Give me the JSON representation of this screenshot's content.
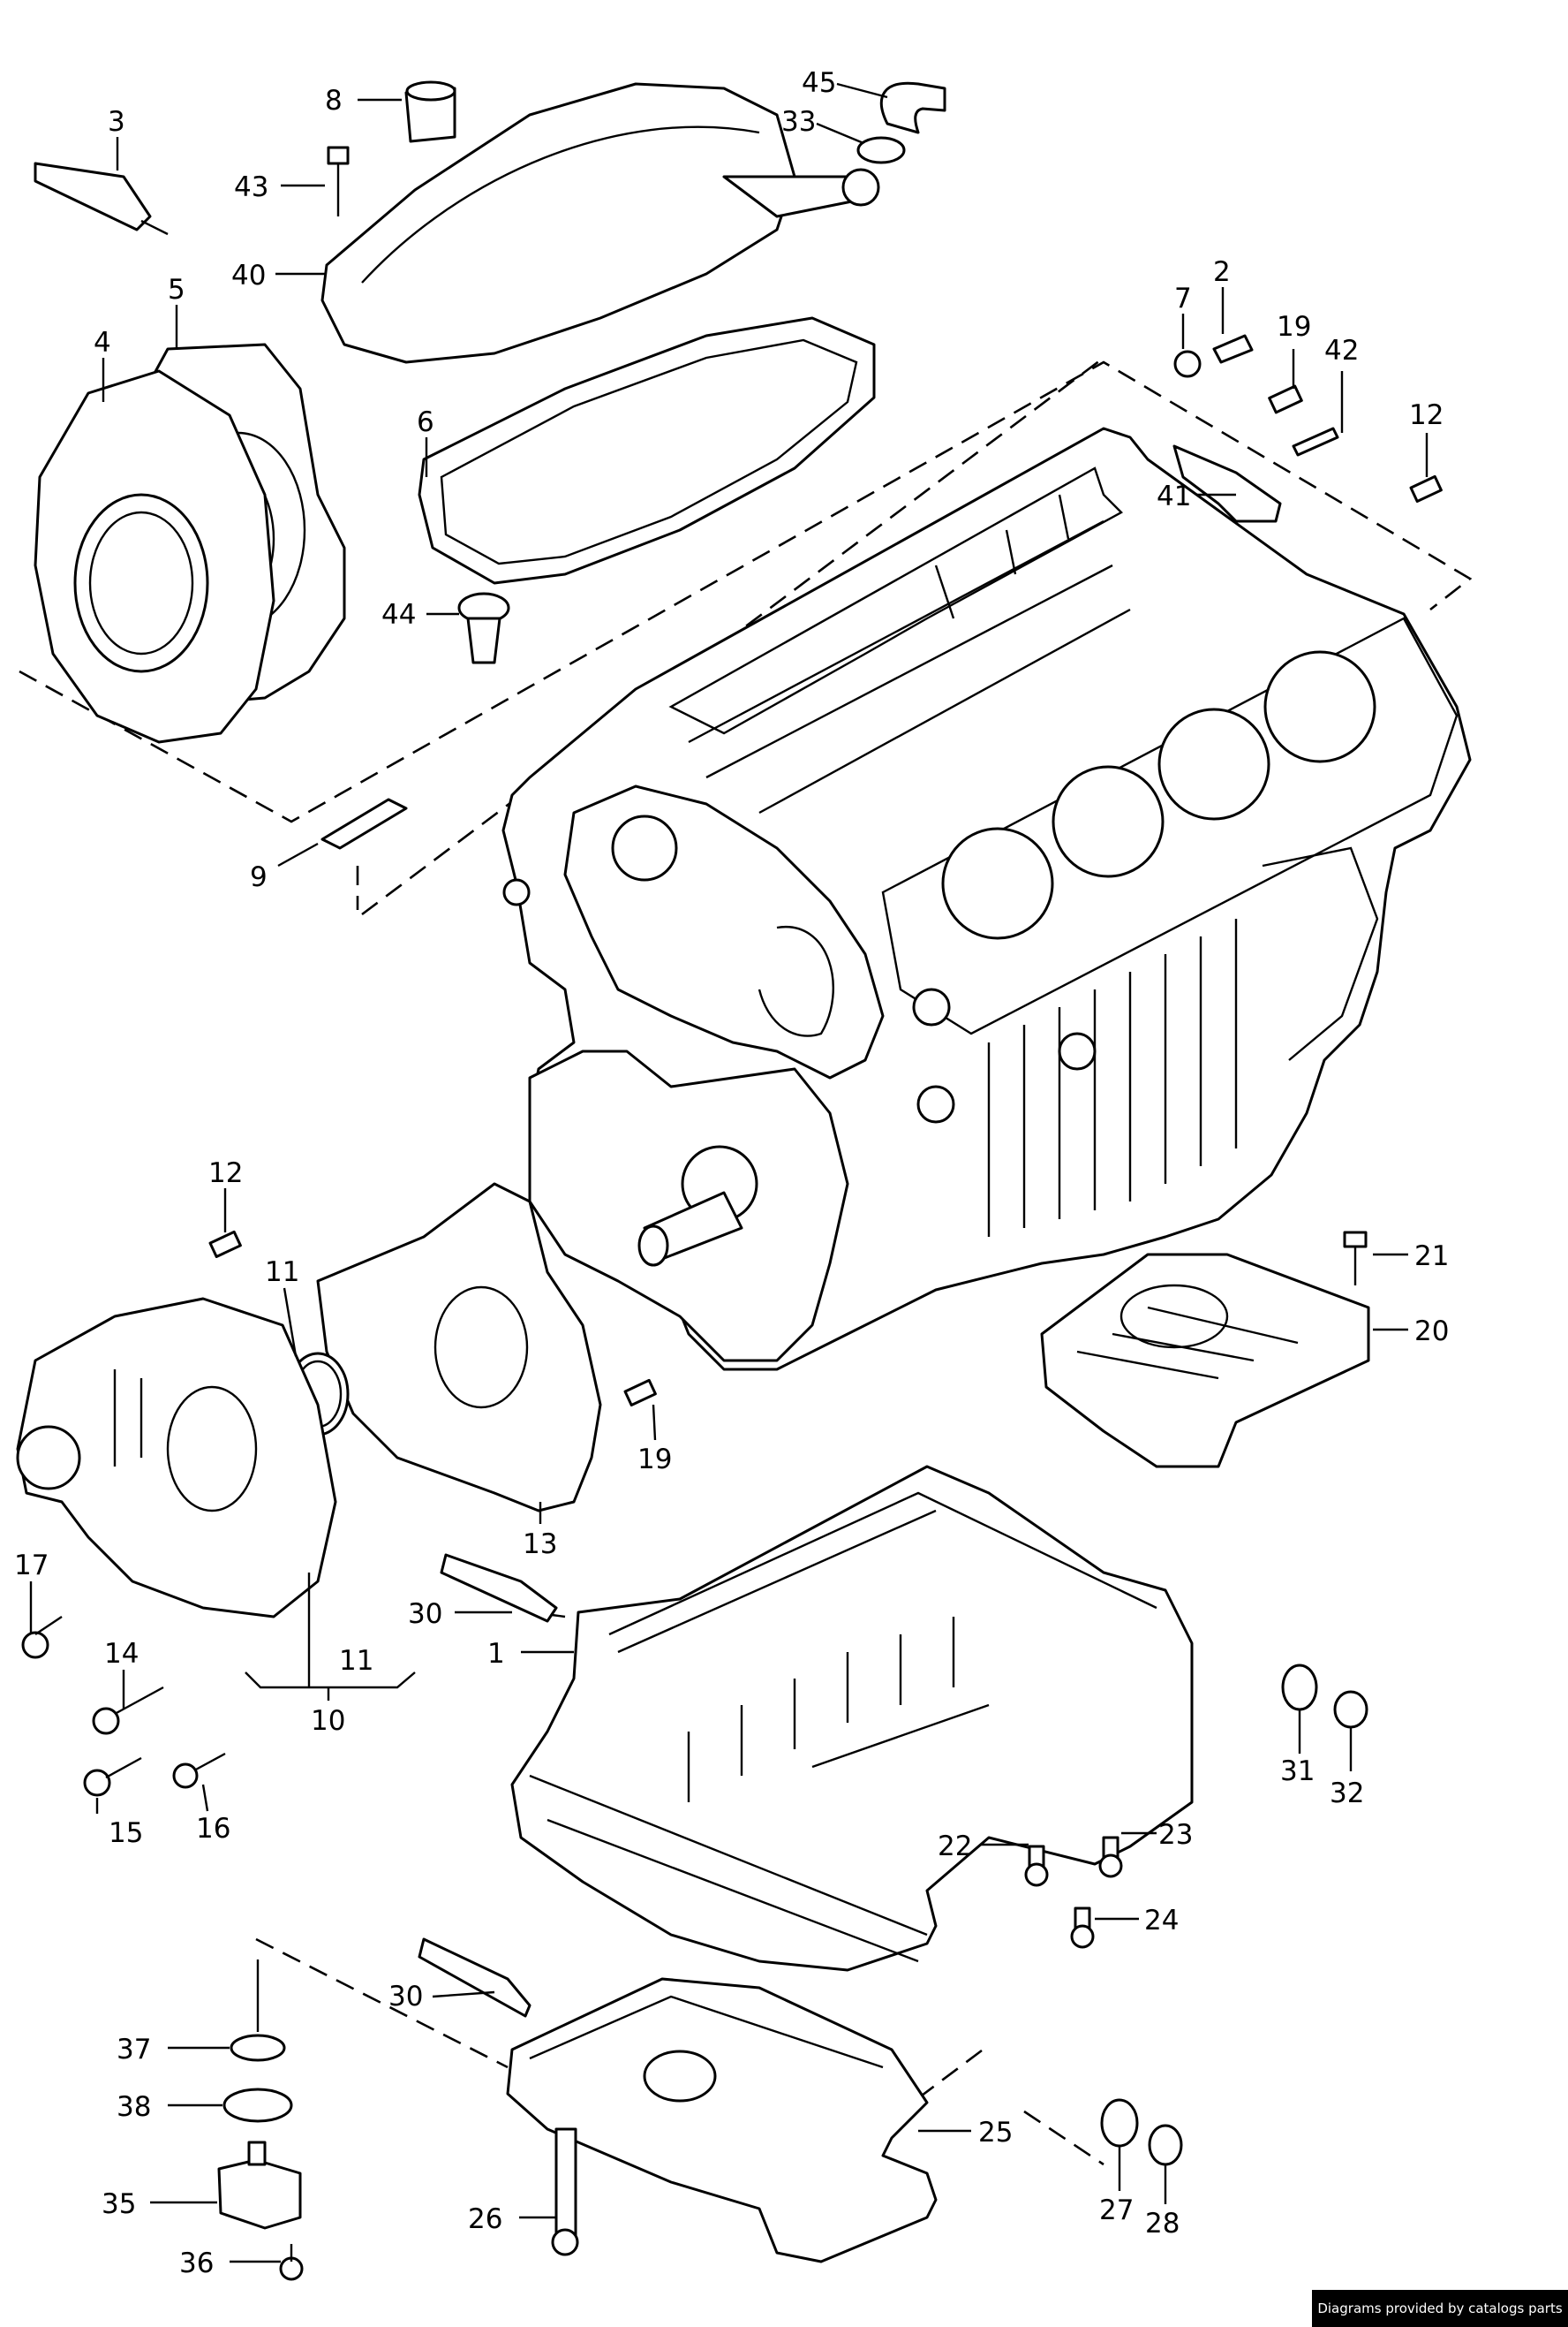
{
  "callouts": [
    {
      "id": "45",
      "label": "45"
    },
    {
      "id": "33",
      "label": "33"
    },
    {
      "id": "8",
      "label": "8"
    },
    {
      "id": "3",
      "label": "3"
    },
    {
      "id": "43",
      "label": "43"
    },
    {
      "id": "40",
      "label": "40"
    },
    {
      "id": "5",
      "label": "5"
    },
    {
      "id": "4",
      "label": "4"
    },
    {
      "id": "6",
      "label": "6"
    },
    {
      "id": "44",
      "label": "44"
    },
    {
      "id": "9",
      "label": "9"
    },
    {
      "id": "7",
      "label": "7"
    },
    {
      "id": "2",
      "label": "2"
    },
    {
      "id": "19a",
      "label": "19"
    },
    {
      "id": "42",
      "label": "42"
    },
    {
      "id": "12a",
      "label": "12"
    },
    {
      "id": "41",
      "label": "41"
    },
    {
      "id": "12b",
      "label": "12"
    },
    {
      "id": "11a",
      "label": "11"
    },
    {
      "id": "21",
      "label": "21"
    },
    {
      "id": "20",
      "label": "20"
    },
    {
      "id": "19b",
      "label": "19"
    },
    {
      "id": "13",
      "label": "13"
    },
    {
      "id": "17",
      "label": "17"
    },
    {
      "id": "30a",
      "label": "30"
    },
    {
      "id": "1",
      "label": "1"
    },
    {
      "id": "14",
      "label": "14"
    },
    {
      "id": "11b",
      "label": "11"
    },
    {
      "id": "10",
      "label": "10"
    },
    {
      "id": "15",
      "label": "15"
    },
    {
      "id": "16",
      "label": "16"
    },
    {
      "id": "31",
      "label": "31"
    },
    {
      "id": "32",
      "label": "32"
    },
    {
      "id": "22",
      "label": "22"
    },
    {
      "id": "23",
      "label": "23"
    },
    {
      "id": "24",
      "label": "24"
    },
    {
      "id": "30b",
      "label": "30"
    },
    {
      "id": "37",
      "label": "37"
    },
    {
      "id": "38",
      "label": "38"
    },
    {
      "id": "25",
      "label": "25"
    },
    {
      "id": "35",
      "label": "35"
    },
    {
      "id": "27",
      "label": "27"
    },
    {
      "id": "28",
      "label": "28"
    },
    {
      "id": "26",
      "label": "26"
    },
    {
      "id": "36",
      "label": "36"
    }
  ],
  "credit": "Diagrams provided by catalogs parts"
}
